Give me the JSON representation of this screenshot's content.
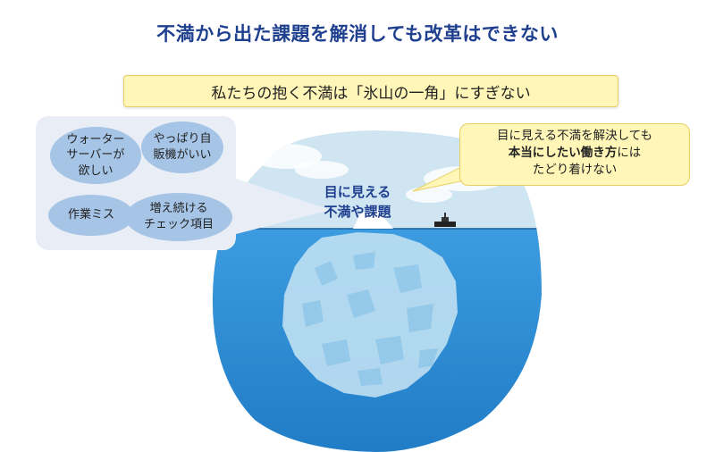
{
  "title": "不満から出た課題を解消しても改革はできない",
  "subtitle": "私たちの抱く不満は「氷山の一角」にすぎない",
  "complaints": [
    {
      "label": "ウォーター\nサーバーが\n欲しい"
    },
    {
      "label": "やっぱり自\n販機がいい"
    },
    {
      "label": "作業ミス"
    },
    {
      "label": "増え続ける\nチェック項目"
    }
  ],
  "visible_label": {
    "line1": "目に見える",
    "line2": "不満や課題"
  },
  "callout": {
    "line1": "目に見える不満を解決しても",
    "line2_bold": "本当にしたい働き方",
    "line2_rest": "には",
    "line3": "たどり着けない"
  },
  "colors": {
    "title": "#1f3f8f",
    "sky": "#cfe5f2",
    "sea": "#2a8ad2",
    "iceberg": "#bfe0f2",
    "bubble": "#a6c4e6",
    "callout": "#fff6b8"
  }
}
